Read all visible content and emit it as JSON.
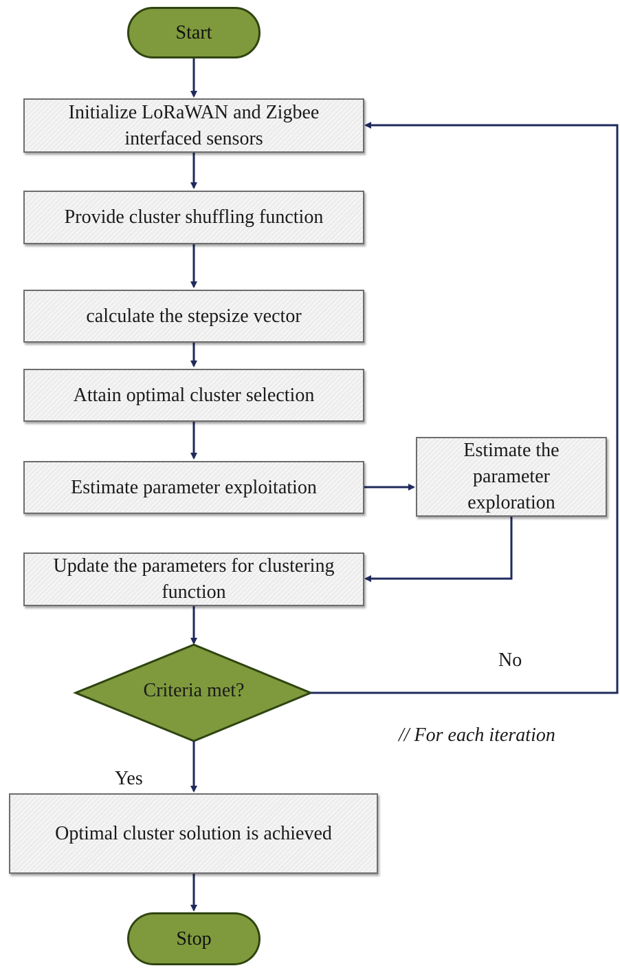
{
  "nodes": {
    "start": "Start",
    "init": "Initialize LoRaWAN and Zigbee interfaced sensors",
    "shuffle": "Provide cluster shuffling function",
    "stepsize": "calculate the stepsize vector",
    "select": "Attain optimal cluster selection",
    "exploit": "Estimate parameter exploitation",
    "explore": "Estimate the parameter exploration",
    "update": "Update the parameters for clustering function",
    "criteria": "Criteria met?",
    "solution": "Optimal cluster solution is achieved",
    "stop": "Stop"
  },
  "edge_labels": {
    "no": "No",
    "yes": "Yes"
  },
  "annotation": "// For each iteration",
  "colors": {
    "terminal": "#7f9a3d",
    "decision": "#7f9a3d",
    "arrow": "#1f2a5c",
    "box_fill": "#ececec"
  }
}
